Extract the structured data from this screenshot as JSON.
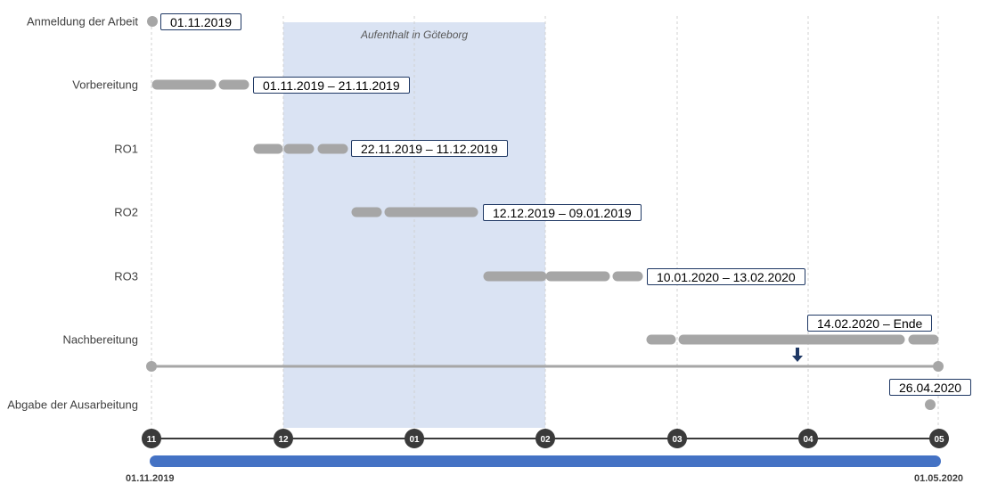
{
  "stay": {
    "label": "Aufenthalt in Göteborg",
    "color": "#dae3f3"
  },
  "rows": [
    {
      "label": "Anmeldung  der Arbeit",
      "date_text": "01.11.2019"
    },
    {
      "label": "Vorbereitung",
      "date_text": "01.11.2019 – 21.11.2019"
    },
    {
      "label": "RO1",
      "date_text": "22.11.2019 – 11.12.2019"
    },
    {
      "label": "RO2",
      "date_text": "12.12.2019 – 09.01.2019"
    },
    {
      "label": "RO3",
      "date_text": "10.01.2020 – 13.02.2020"
    },
    {
      "label": "Nachbereitung",
      "date_text": "14.02.2020 – Ende"
    },
    {
      "label": "Abgabe der Ausarbeitung",
      "date_text": "26.04.2020"
    }
  ],
  "months": [
    "11",
    "12",
    "01",
    "02",
    "03",
    "04",
    "05"
  ],
  "axis": {
    "start_date": "01.11.2019",
    "end_date": "01.05.2020"
  },
  "colors": {
    "bar": "#a6a6a6",
    "month_dot": "#3a3a3a",
    "progress": "#4472c4",
    "box_border": "#1f3864",
    "arrow": "#1f3864"
  },
  "icons": {
    "marker": "down-arrow-icon"
  }
}
